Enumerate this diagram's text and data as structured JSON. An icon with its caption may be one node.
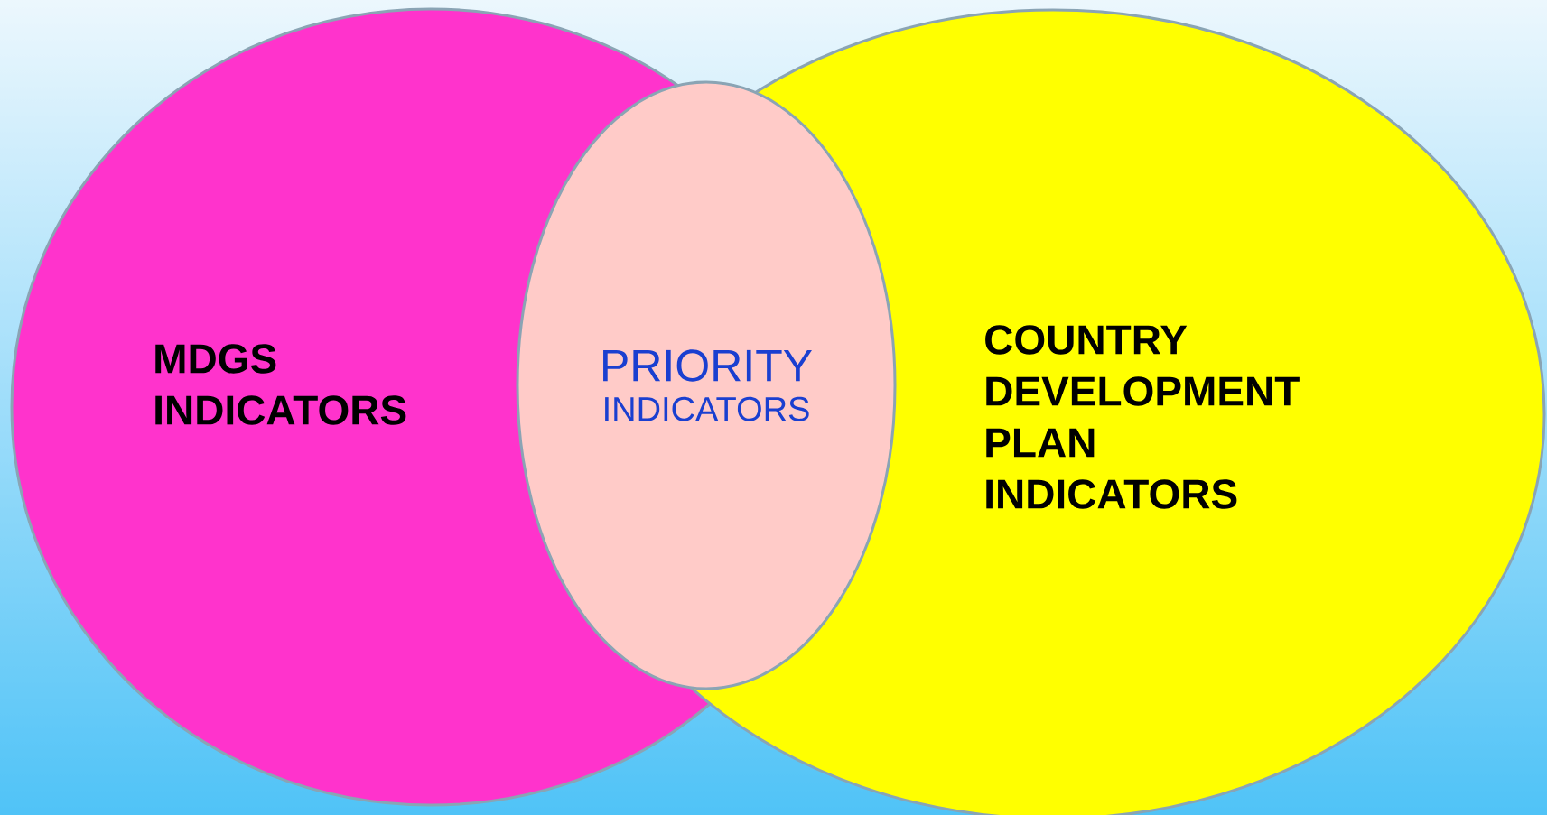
{
  "diagram": {
    "nodes": [
      {
        "text": [
          "MDGS INDICATORS"
        ]
      },
      {
        "text": [
          "COUNTRY DEVELOPMENT PLAN INDICATORS"
        ]
      },
      {
        "text": [
          "PRIORITY",
          "INDICATORS"
        ]
      }
    ]
  }
}
